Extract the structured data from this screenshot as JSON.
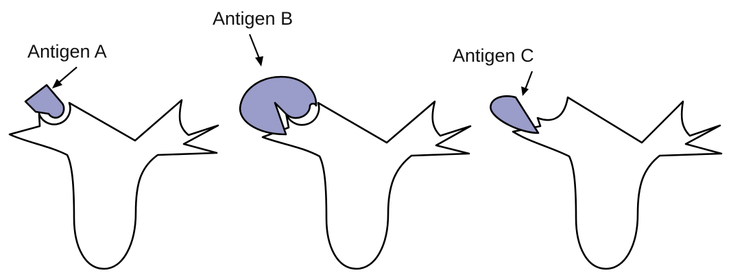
{
  "labels": {
    "antigen_a": "Antigen A",
    "antigen_b": "Antigen B",
    "antigen_c": "Antigen C"
  },
  "colors": {
    "antigen_fill": "#9a9cc9",
    "outline": "#000000",
    "receptor_fill": "#ffffff"
  }
}
